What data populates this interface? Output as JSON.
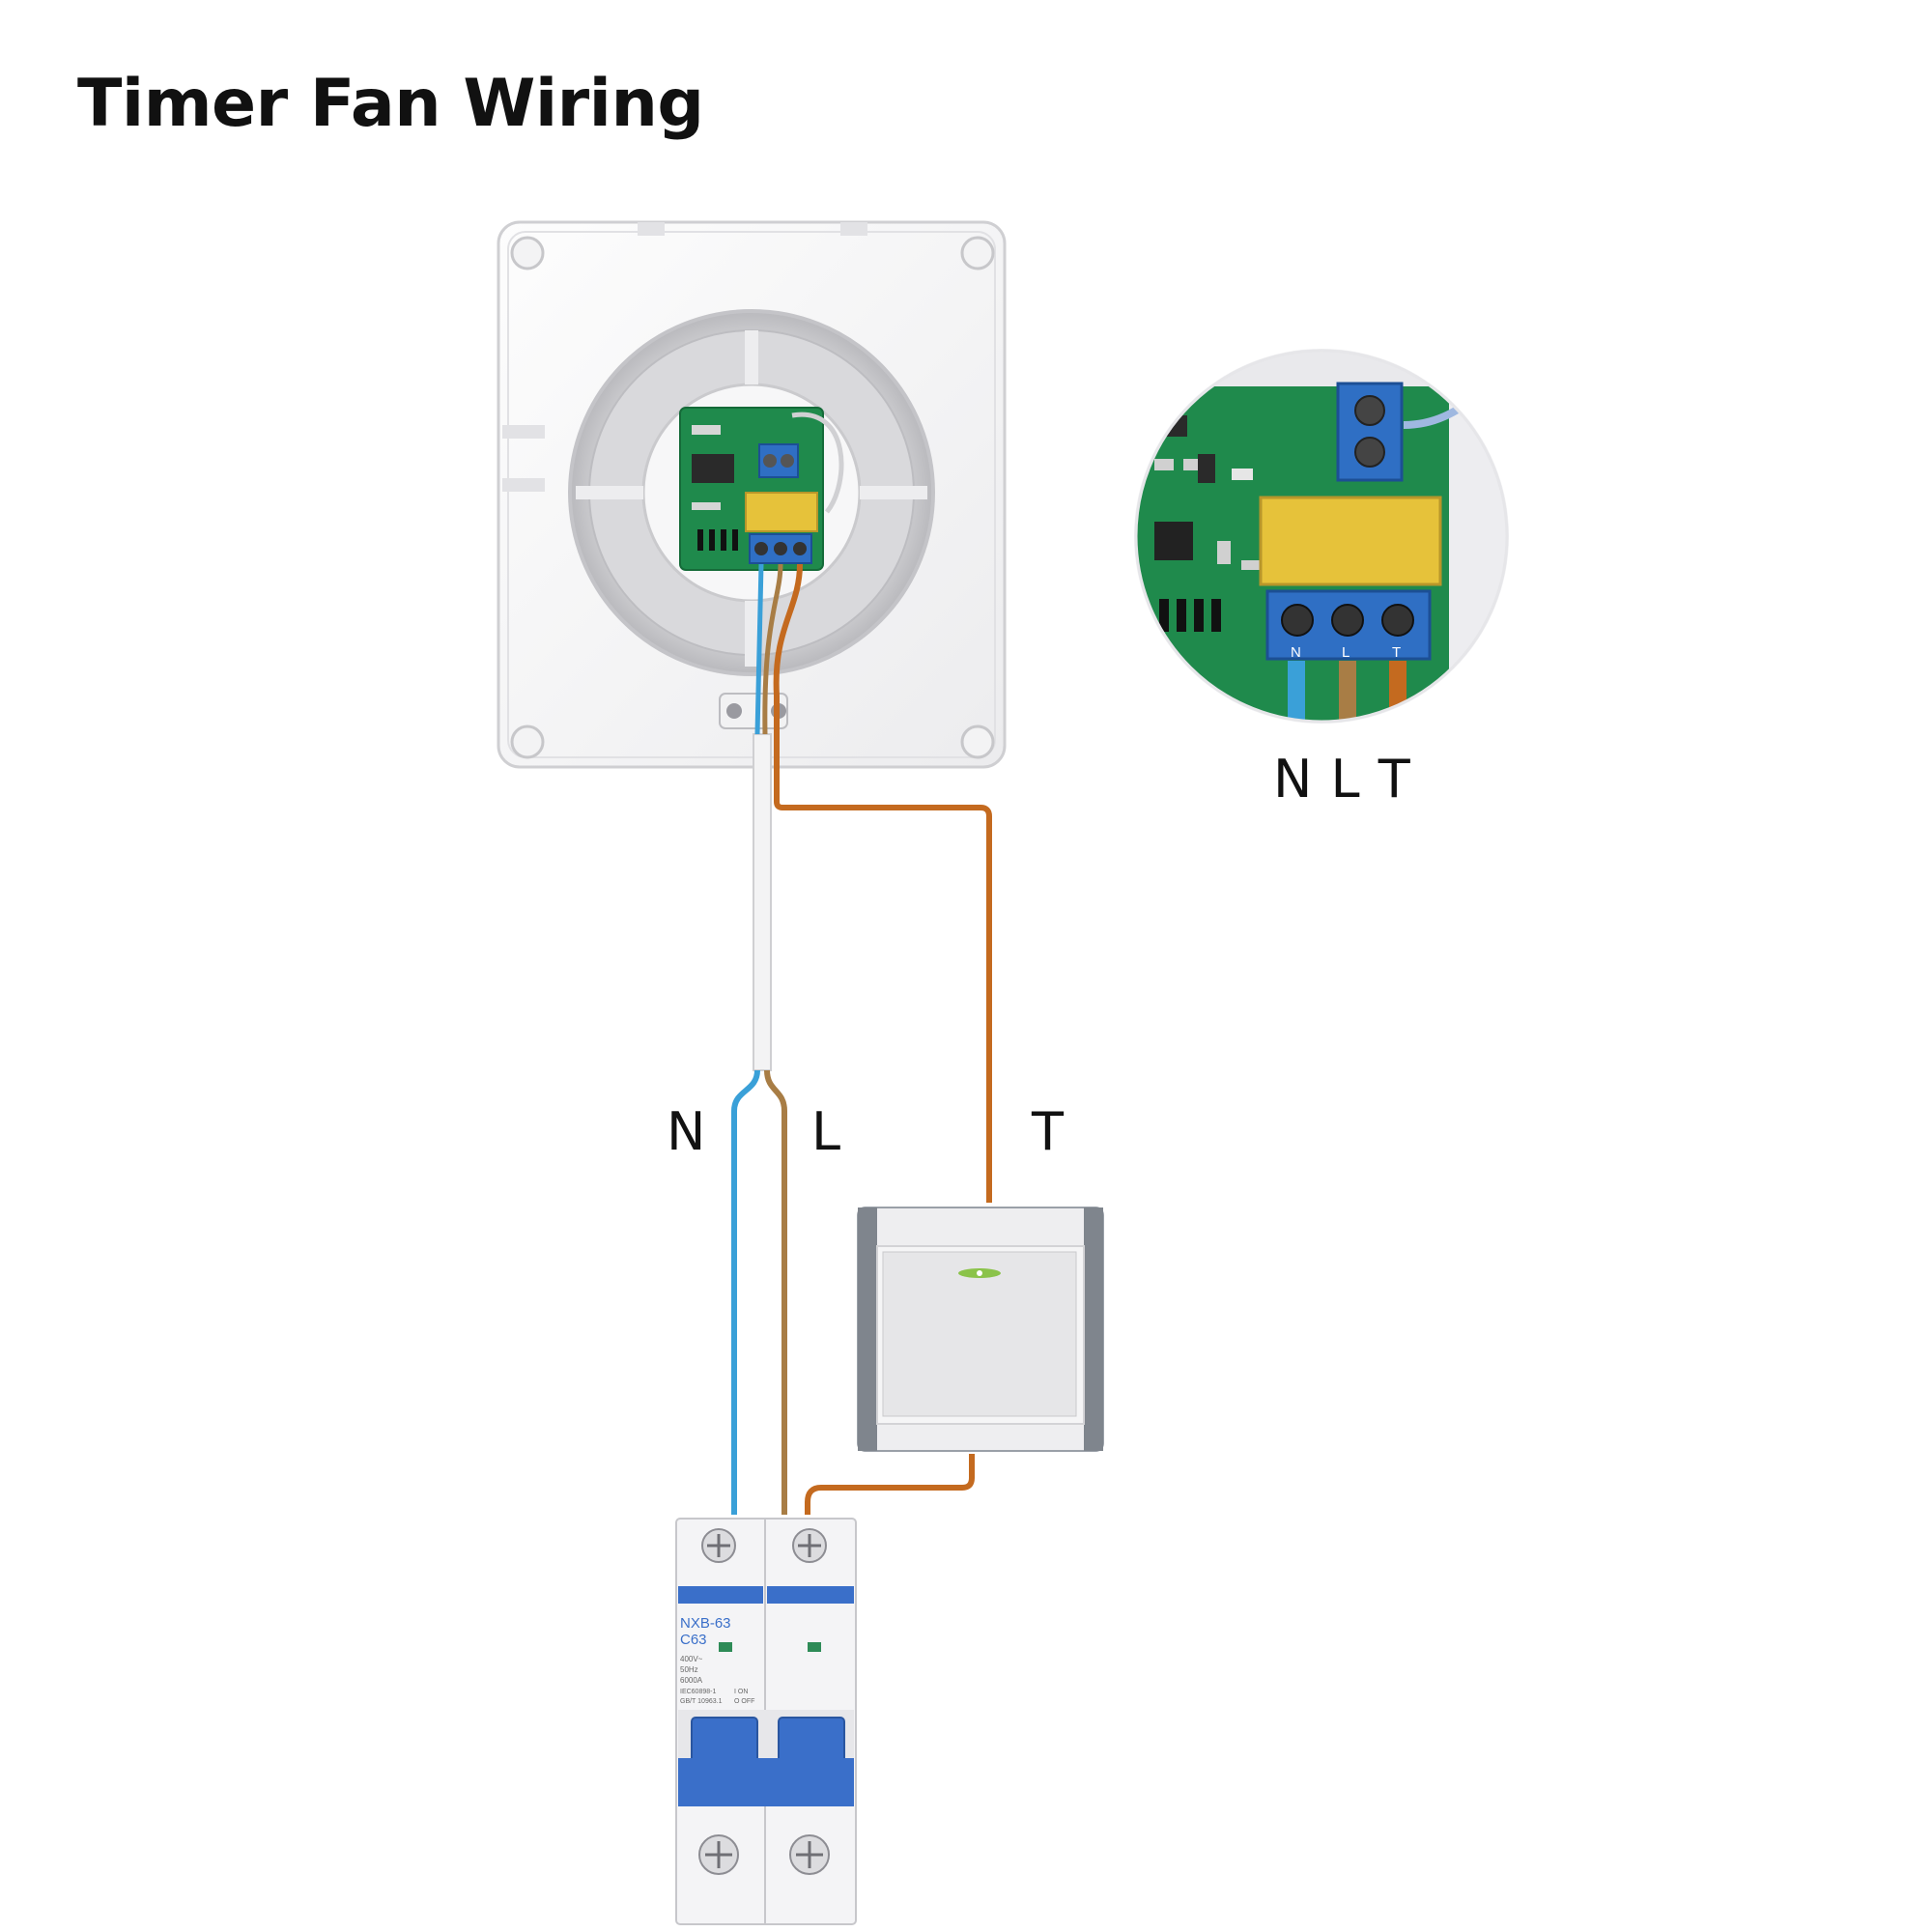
{
  "title": "Timer Fan Wiring",
  "wire_labels": {
    "neutral": "N",
    "live": "L",
    "timer": "T"
  },
  "inset_label": "N L T",
  "terminal_labels": [
    "N",
    "L",
    "T"
  ],
  "breaker": {
    "model": "NXB-63",
    "rating": "C63",
    "voltage": "400V~",
    "frequency": "50Hz",
    "capacity": "6000A",
    "standard_1": "IEC60898-1",
    "standard_2": "GB/T 10963.1",
    "on_text": "I ON",
    "off_text": "O OFF"
  },
  "colors": {
    "neutral_wire": "#3aa0d8",
    "live_wire": "#a87d45",
    "timer_wire": "#c46a1f",
    "pcb": "#1f8a4c",
    "terminal": "#2f6fc4",
    "relay": "#e6c23a",
    "breaker_blue": "#3a6fc9"
  },
  "icons": [
    "fan-unit",
    "pcb-board",
    "terminal-block",
    "light-switch",
    "circuit-breaker",
    "screw-icon"
  ]
}
